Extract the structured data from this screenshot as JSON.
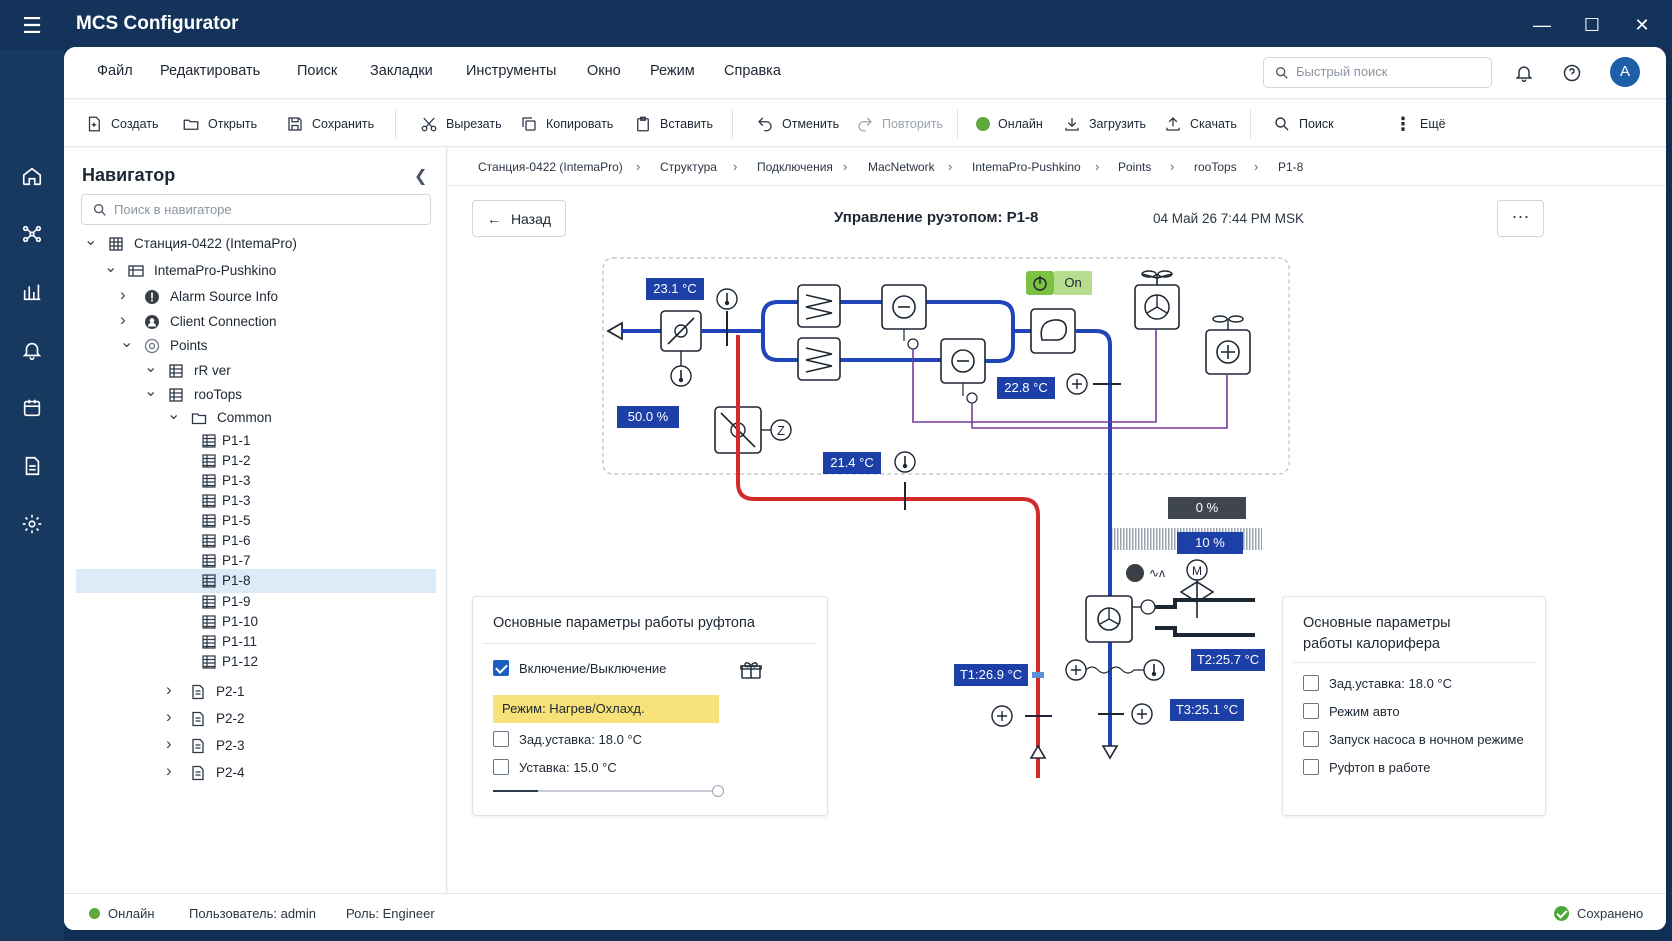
{
  "app": {
    "title": "MCS Configurator"
  },
  "menu": [
    "Файл",
    "Редактировать",
    "Поиск",
    "Закладки",
    "Инструменты",
    "Окно",
    "Режим",
    "Справка"
  ],
  "header": {
    "search_placeholder": "Быстрый поиск",
    "avatar": "A"
  },
  "toolbar": {
    "create": "Создать",
    "open": "Открыть",
    "save": "Сохранить",
    "cut": "Вырезать",
    "copy": "Копировать",
    "paste": "Вставить",
    "undo": "Отменить",
    "redo": "Повторить",
    "online": "Онлайн",
    "upload": "Загрузить",
    "download": "Скачать",
    "search": "Поиск",
    "more": "Ещё"
  },
  "navigator": {
    "title": "Навигатор",
    "search_placeholder": "Поиск в навигаторе",
    "tree": [
      {
        "label": "Станция-0422 (IntemaPro)",
        "depth": 0,
        "chev": "down",
        "icon": "station-icon"
      },
      {
        "label": "IntemaPro-Pushkino",
        "depth": 1,
        "chev": "down",
        "icon": "network-icon"
      },
      {
        "label": "Alarm Source Info",
        "depth": 2,
        "chev": "right",
        "icon": "alarm-info-icon"
      },
      {
        "label": "Client Connection",
        "depth": 2,
        "chev": "right",
        "icon": "client-icon"
      },
      {
        "label": "Points",
        "depth": 2,
        "chev": "down",
        "icon": "points-icon"
      },
      {
        "label": "rR ver",
        "depth": 3,
        "chev": "down",
        "icon": "device-icon"
      },
      {
        "label": "rooTops",
        "depth": 3,
        "chev": "down",
        "icon": "device-icon"
      },
      {
        "label": "Common",
        "depth": 4,
        "chev": "down",
        "icon": "folder-icon"
      },
      {
        "label": "P1-1",
        "depth": 5,
        "icon": "point-icon"
      },
      {
        "label": "P1-2",
        "depth": 5,
        "icon": "point-icon"
      },
      {
        "label": "P1-3",
        "depth": 5,
        "icon": "point-icon"
      },
      {
        "label": "P1-3",
        "depth": 5,
        "icon": "point-icon"
      },
      {
        "label": "P1-5",
        "depth": 5,
        "icon": "point-icon"
      },
      {
        "label": "P1-6",
        "depth": 5,
        "icon": "point-icon"
      },
      {
        "label": "P1-7",
        "depth": 5,
        "icon": "point-icon"
      },
      {
        "label": "P1-8",
        "depth": 5,
        "icon": "point-icon",
        "selected": true
      },
      {
        "label": "P1-9",
        "depth": 5,
        "icon": "point-icon"
      },
      {
        "label": "P1-10",
        "depth": 5,
        "icon": "point-icon"
      },
      {
        "label": "P1-11",
        "depth": 5,
        "icon": "point-icon"
      },
      {
        "label": "P1-12",
        "depth": 5,
        "icon": "point-icon"
      },
      {
        "label": "P2-1",
        "depth": 4,
        "chev": "right",
        "icon": "doc-icon"
      },
      {
        "label": "P2-2",
        "depth": 4,
        "chev": "right",
        "icon": "doc-icon"
      },
      {
        "label": "P2-3",
        "depth": 4,
        "chev": "right",
        "icon": "doc-icon"
      },
      {
        "label": "P2-4",
        "depth": 4,
        "chev": "right",
        "icon": "doc-icon"
      }
    ]
  },
  "breadcrumb": [
    "Станция-0422 (IntemaPro)",
    "Структура",
    "Подключения",
    "MacNetwork",
    "IntemaPro-Pushkino",
    "Points",
    "rooTops",
    "P1-8"
  ],
  "page": {
    "back": "Назад",
    "title": "Управление руэтопом: P1-8",
    "time": "04 Май 26 7:44 PM MSK",
    "more": "···"
  },
  "diagram": {
    "supply_temp": "23.1 °C",
    "damper_pos": "50.0 %",
    "return_temp": "21.4 °C",
    "coil_temp": "22.8 °C",
    "on_label": "On",
    "valve_0": "0 %",
    "valve_10": "10 %",
    "t1": "T1:26.9 °C",
    "t2": "T2:25.7 °C",
    "t3": "T3:25.1 °C",
    "z_label": "Z",
    "m_label": "M",
    "colors": {
      "supply": "#d42a2a",
      "return": "#1f45b8",
      "control": "#7a3a9a",
      "value_box": "#1c3fa8",
      "on_green": "#7cc242"
    }
  },
  "panel_rooftop": {
    "title": "Основные параметры работы руфтопа",
    "onoff": "Включение/Выключение",
    "onoff_checked": true,
    "mode": "Режим: Нагрев/Охлахд.",
    "setpoint": "Зад.уставка: 18.0 °C",
    "setpoint_checked": false,
    "setting": "Уставка: 15.0 °C",
    "setting_checked": false,
    "slider_fraction": 0.2
  },
  "panel_heater": {
    "title_line1": "Основные параметры",
    "title_line2": "работы калорифера",
    "items": [
      {
        "label": "Зад.уставка: 18.0 °C",
        "checked": false
      },
      {
        "label": "Режим авто",
        "checked": false
      },
      {
        "label": "Запуск насоса в ночном режиме",
        "checked": false
      },
      {
        "label": "Руфтоп в работе",
        "checked": false
      }
    ]
  },
  "status": {
    "online": "Онлайн",
    "user": "Пользователь: admin",
    "role": "Роль: Engineer",
    "saved": "Сохранено"
  }
}
